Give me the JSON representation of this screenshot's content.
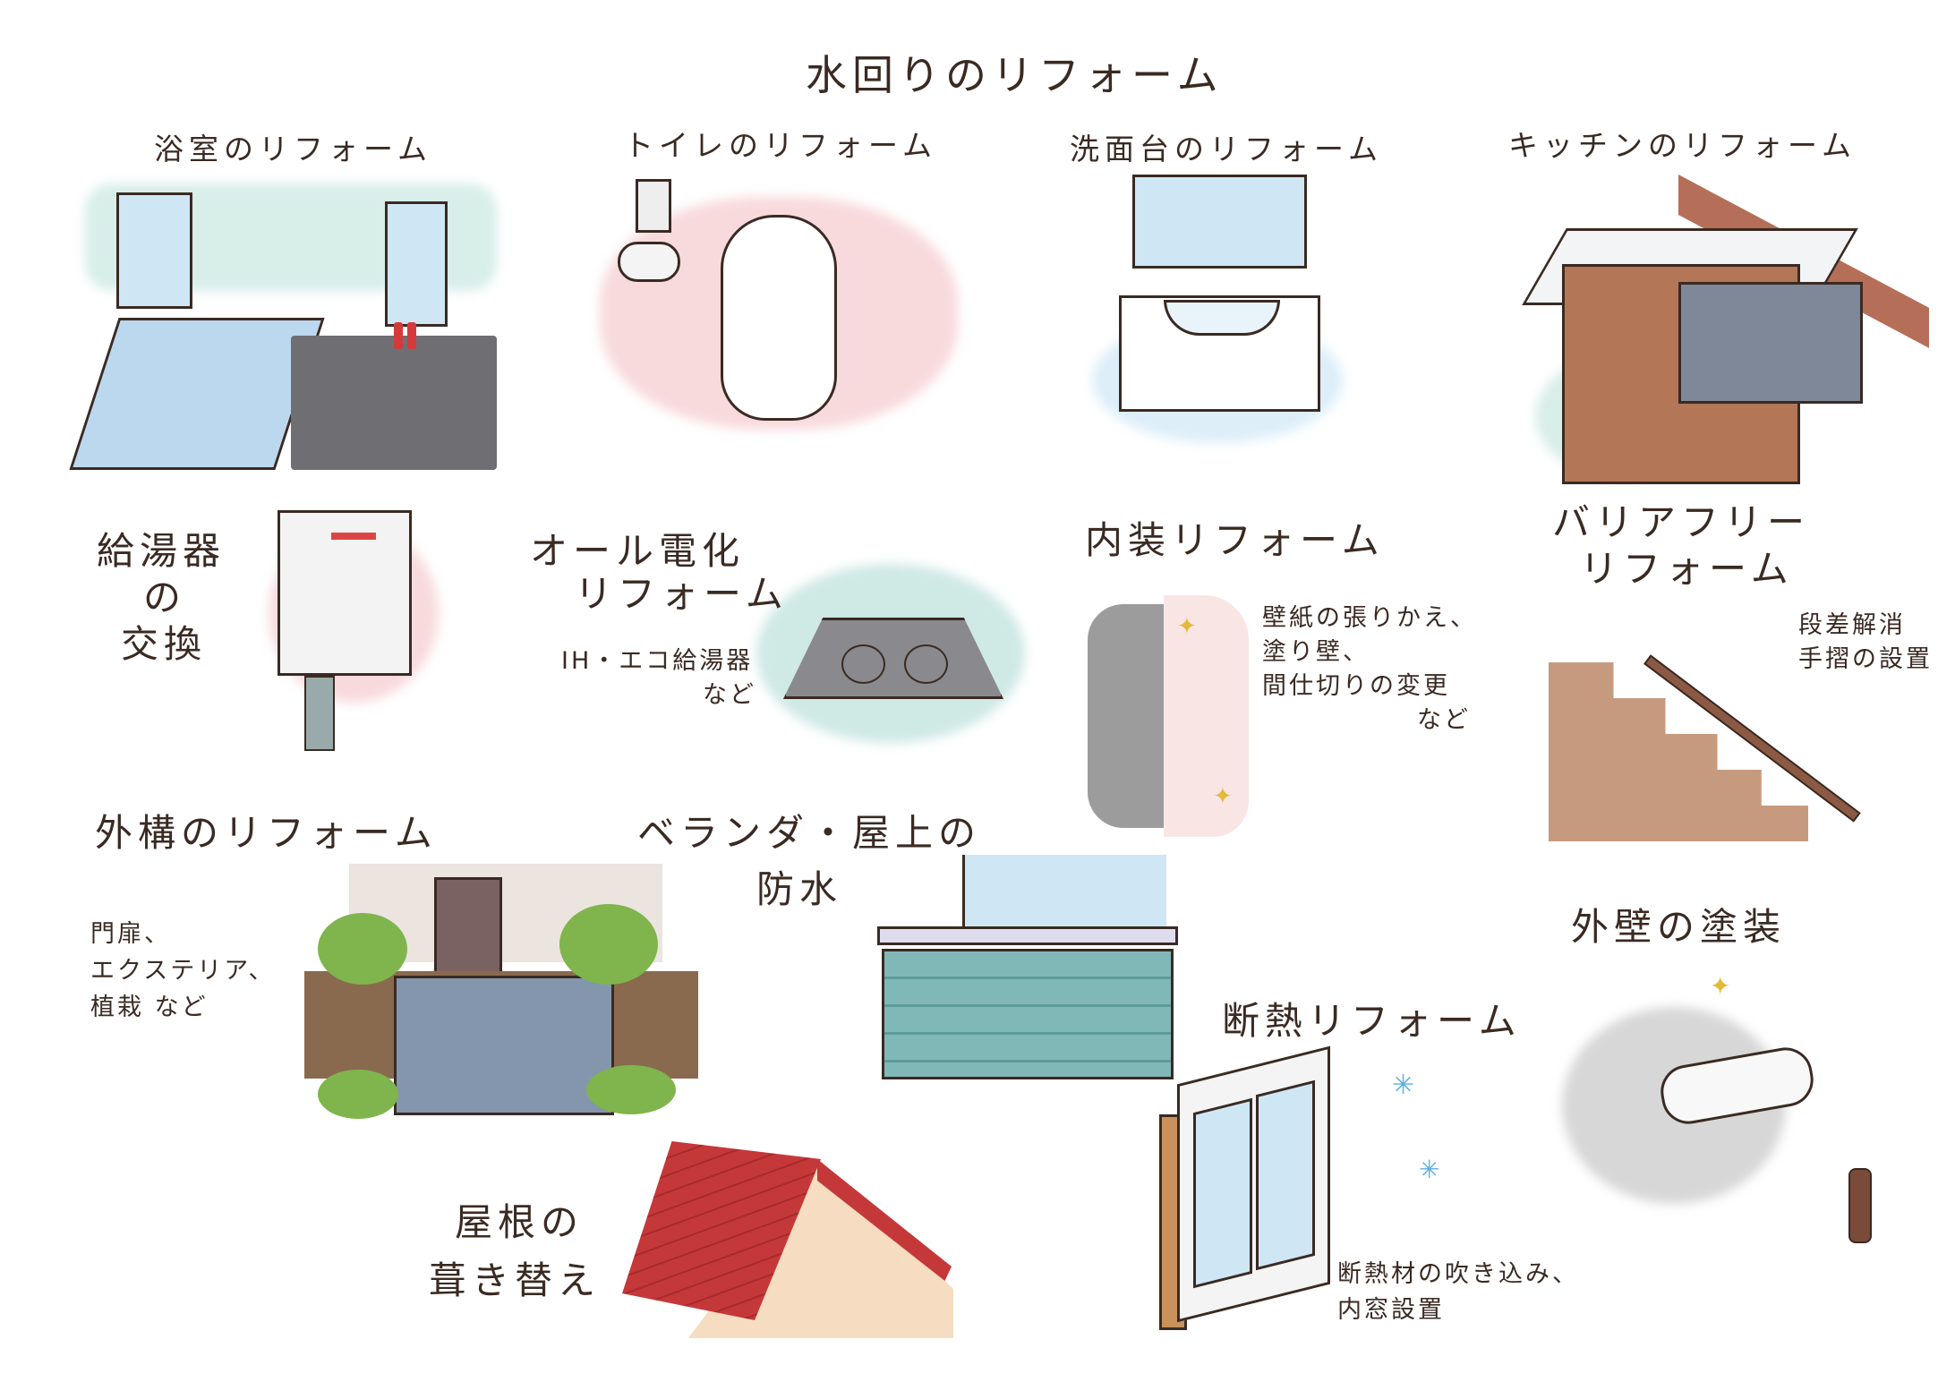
{
  "main_title": "水回りのリフォーム",
  "water": [
    {
      "label": "浴室のリフォーム"
    },
    {
      "label": "トイレのリフォーム"
    },
    {
      "label": "洗面台のリフォーム"
    },
    {
      "label": "キッチンのリフォーム"
    }
  ],
  "water_heater": {
    "line1": "給湯器",
    "line2": "の",
    "line3": "交換"
  },
  "all_electric": {
    "line1": "オール電化",
    "line2": "リフォーム",
    "note1": "IH・エコ給湯器",
    "note2": "など"
  },
  "interior": {
    "title": "内装リフォーム",
    "note1": "壁紙の張りかえ、",
    "note2": "塗り壁、",
    "note3": "間仕切りの変更",
    "note4": "など"
  },
  "barrier_free": {
    "line1": "バリアフリー",
    "line2": "リフォーム",
    "note1": "段差解消",
    "note2": "手摺の設置"
  },
  "exterior": {
    "title": "外構のリフォーム",
    "note1": "門扉、",
    "note2": "エクステリア、",
    "note3": "植栽 など"
  },
  "veranda": {
    "line1": "ベランダ・屋上の",
    "line2": "防水"
  },
  "outer_wall": {
    "title": "外壁の塗装"
  },
  "insulation": {
    "title": "断熱リフォーム",
    "note1": "断熱材の吹き込み、",
    "note2": "内窓設置"
  },
  "roof": {
    "line1": "屋根の",
    "line2": "葺き替え"
  },
  "colors": {
    "text": "#3a2a22",
    "pink": "#f6d9dc",
    "mint": "#cfe9e4",
    "blue": "#8fc3e6",
    "wood": "#9b6a4f",
    "roof": "#c5383a"
  }
}
